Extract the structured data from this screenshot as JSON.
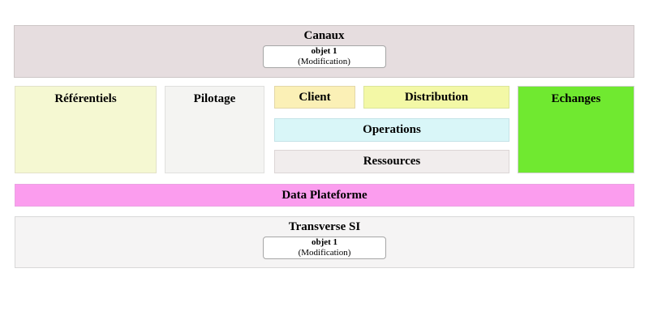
{
  "colors": {
    "canaux_bg": "#e6dddf",
    "referentiels_bg": "#f5f8d2",
    "pilotage_bg": "#f4f4f2",
    "client_bg": "#fbf0b6",
    "distribution_bg": "#f3f8a6",
    "operations_bg": "#d9f6f8",
    "ressources_bg": "#f1eded",
    "echanges_bg": "#70e930",
    "data_plateforme_bg": "#fb9dee",
    "transverse_bg": "#f5f4f4",
    "objet_box_bg": "#ffffff"
  },
  "canaux": {
    "title": "Canaux",
    "objet": {
      "name": "objet 1",
      "detail": "(Modification)"
    }
  },
  "blocks": {
    "referentiels": {
      "label": "Référentiels"
    },
    "pilotage": {
      "label": "Pilotage"
    },
    "client": {
      "label": "Client"
    },
    "distribution": {
      "label": "Distribution"
    },
    "operations": {
      "label": "Operations"
    },
    "ressources": {
      "label": "Ressources"
    },
    "echanges": {
      "label": "Echanges"
    }
  },
  "data_plateforme": {
    "title": "Data Plateforme"
  },
  "transverse": {
    "title": "Transverse SI",
    "objet": {
      "name": "objet 1",
      "detail": "(Modification)"
    }
  }
}
